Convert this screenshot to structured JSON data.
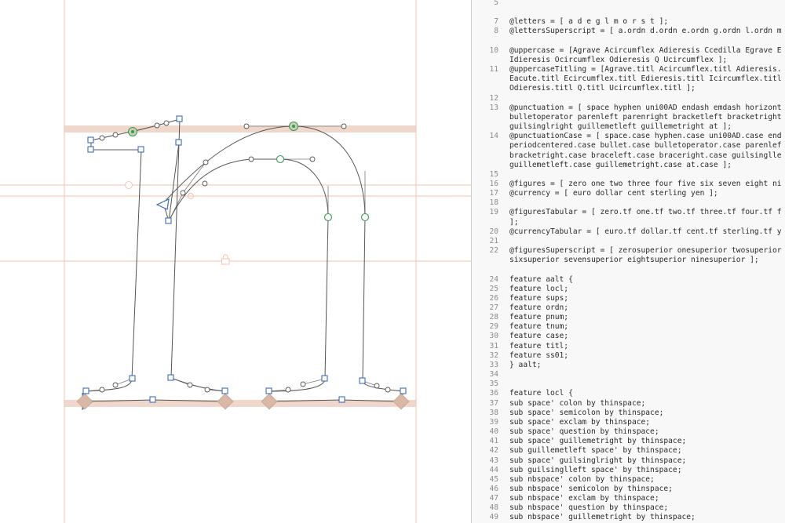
{
  "colors": {
    "guide": "#f2c4ae",
    "metric_band": "#f0d7cc",
    "outline": "#555555",
    "corner_node": "#3d6fb6",
    "smooth_node": "#3a9a52",
    "handle": "#7a7a7a",
    "code_background": "#f8f8f8",
    "line_number": "#8c8c8c",
    "code_text": "#2a2a2a"
  },
  "glyph_editor": {
    "icons": [
      "start-arrow-icon",
      "lock-icon",
      "anchor-circle-icon"
    ]
  },
  "code_editor": {
    "lines": [
      {
        "n": "5",
        "t": ""
      },
      {
        "n": "",
        "t": ""
      },
      {
        "n": "7",
        "t": "@letters = [ a d e g l m o r s t ];"
      },
      {
        "n": "8",
        "t": "@lettersSuperscript = [ a.ordn d.ordn e.ordn g.ordn l.ordn m"
      },
      {
        "n": "",
        "t": ""
      },
      {
        "n": "10",
        "t": "@uppercase = [Agrave Acircumflex Adieresis Ccedilla Egrave E"
      },
      {
        "n": "",
        "t": "Idieresis Ocircumflex Odieresis Q Ucircumflex ];"
      },
      {
        "n": "11",
        "t": "@uppercaseTitling = [Agrave.titl Acircumflex.titl Adieresis."
      },
      {
        "n": "",
        "t": "Eacute.titl Ecircumflex.titl Edieresis.titl Icircumflex.titl"
      },
      {
        "n": "",
        "t": "Odieresis.titl Q.titl Ucircumflex.titl ];"
      },
      {
        "n": "12",
        "t": ""
      },
      {
        "n": "13",
        "t": "@punctuation = [ space hyphen uni00AD endash emdash horizont"
      },
      {
        "n": "",
        "t": "bulletoperator parenleft parenright bracketleft bracketright"
      },
      {
        "n": "",
        "t": "guilsinglright guillemetleft guillemetright at ];"
      },
      {
        "n": "14",
        "t": "@punctuationCase = [ space.case hyphen.case uni00AD.case end"
      },
      {
        "n": "",
        "t": "periodcentered.case bullet.case bulletoperator.case parenlef"
      },
      {
        "n": "",
        "t": "bracketright.case braceleft.case braceright.case guilsinglle"
      },
      {
        "n": "",
        "t": "guillemetleft.case guillemetright.case at.case ];"
      },
      {
        "n": "15",
        "t": ""
      },
      {
        "n": "16",
        "t": "@figures = [ zero one two three four five six seven eight ni"
      },
      {
        "n": "17",
        "t": "@currency = [ euro dollar cent sterling yen ];"
      },
      {
        "n": "18",
        "t": ""
      },
      {
        "n": "19",
        "t": "@figuresTabular = [ zero.tf one.tf two.tf three.tf four.tf f"
      },
      {
        "n": "",
        "t": "];"
      },
      {
        "n": "20",
        "t": "@currencyTabular = [ euro.tf dollar.tf cent.tf sterling.tf y"
      },
      {
        "n": "21",
        "t": ""
      },
      {
        "n": "22",
        "t": "@figuresSuperscript = [ zerosuperior onesuperior twosuperior"
      },
      {
        "n": "",
        "t": "sixsuperior sevensuperior eightsuperior ninesuperior ];"
      },
      {
        "n": "",
        "t": ""
      },
      {
        "n": "24",
        "t": "feature aalt {"
      },
      {
        "n": "25",
        "t": "feature locl;"
      },
      {
        "n": "26",
        "t": "feature sups;"
      },
      {
        "n": "27",
        "t": "feature ordn;"
      },
      {
        "n": "28",
        "t": "feature pnum;"
      },
      {
        "n": "29",
        "t": "feature tnum;"
      },
      {
        "n": "30",
        "t": "feature case;"
      },
      {
        "n": "31",
        "t": "feature titl;"
      },
      {
        "n": "32",
        "t": "feature ss01;"
      },
      {
        "n": "33",
        "t": "} aalt;"
      },
      {
        "n": "34",
        "t": ""
      },
      {
        "n": "35",
        "t": ""
      },
      {
        "n": "36",
        "t": "feature locl {"
      },
      {
        "n": "37",
        "t": "sub space' colon by thinspace;"
      },
      {
        "n": "38",
        "t": "sub space' semicolon by thinspace;"
      },
      {
        "n": "39",
        "t": "sub space' exclam by thinspace;"
      },
      {
        "n": "40",
        "t": "sub space' question by thinspace;"
      },
      {
        "n": "41",
        "t": "sub space' guillemetright by thinspace;"
      },
      {
        "n": "42",
        "t": "sub guillemetleft space' by thinspace;"
      },
      {
        "n": "43",
        "t": "sub space' guilsinglright by thinspace;"
      },
      {
        "n": "44",
        "t": "sub guilsinglleft space' by thinspace;"
      },
      {
        "n": "45",
        "t": "sub nbspace' colon by thinspace;"
      },
      {
        "n": "46",
        "t": "sub nbspace' semicolon by thinspace;"
      },
      {
        "n": "47",
        "t": "sub nbspace' exclam by thinspace;"
      },
      {
        "n": "48",
        "t": "sub nbspace' question by thinspace;"
      },
      {
        "n": "49",
        "t": "sub nbspace' guillemetright by thinspace;"
      }
    ]
  }
}
